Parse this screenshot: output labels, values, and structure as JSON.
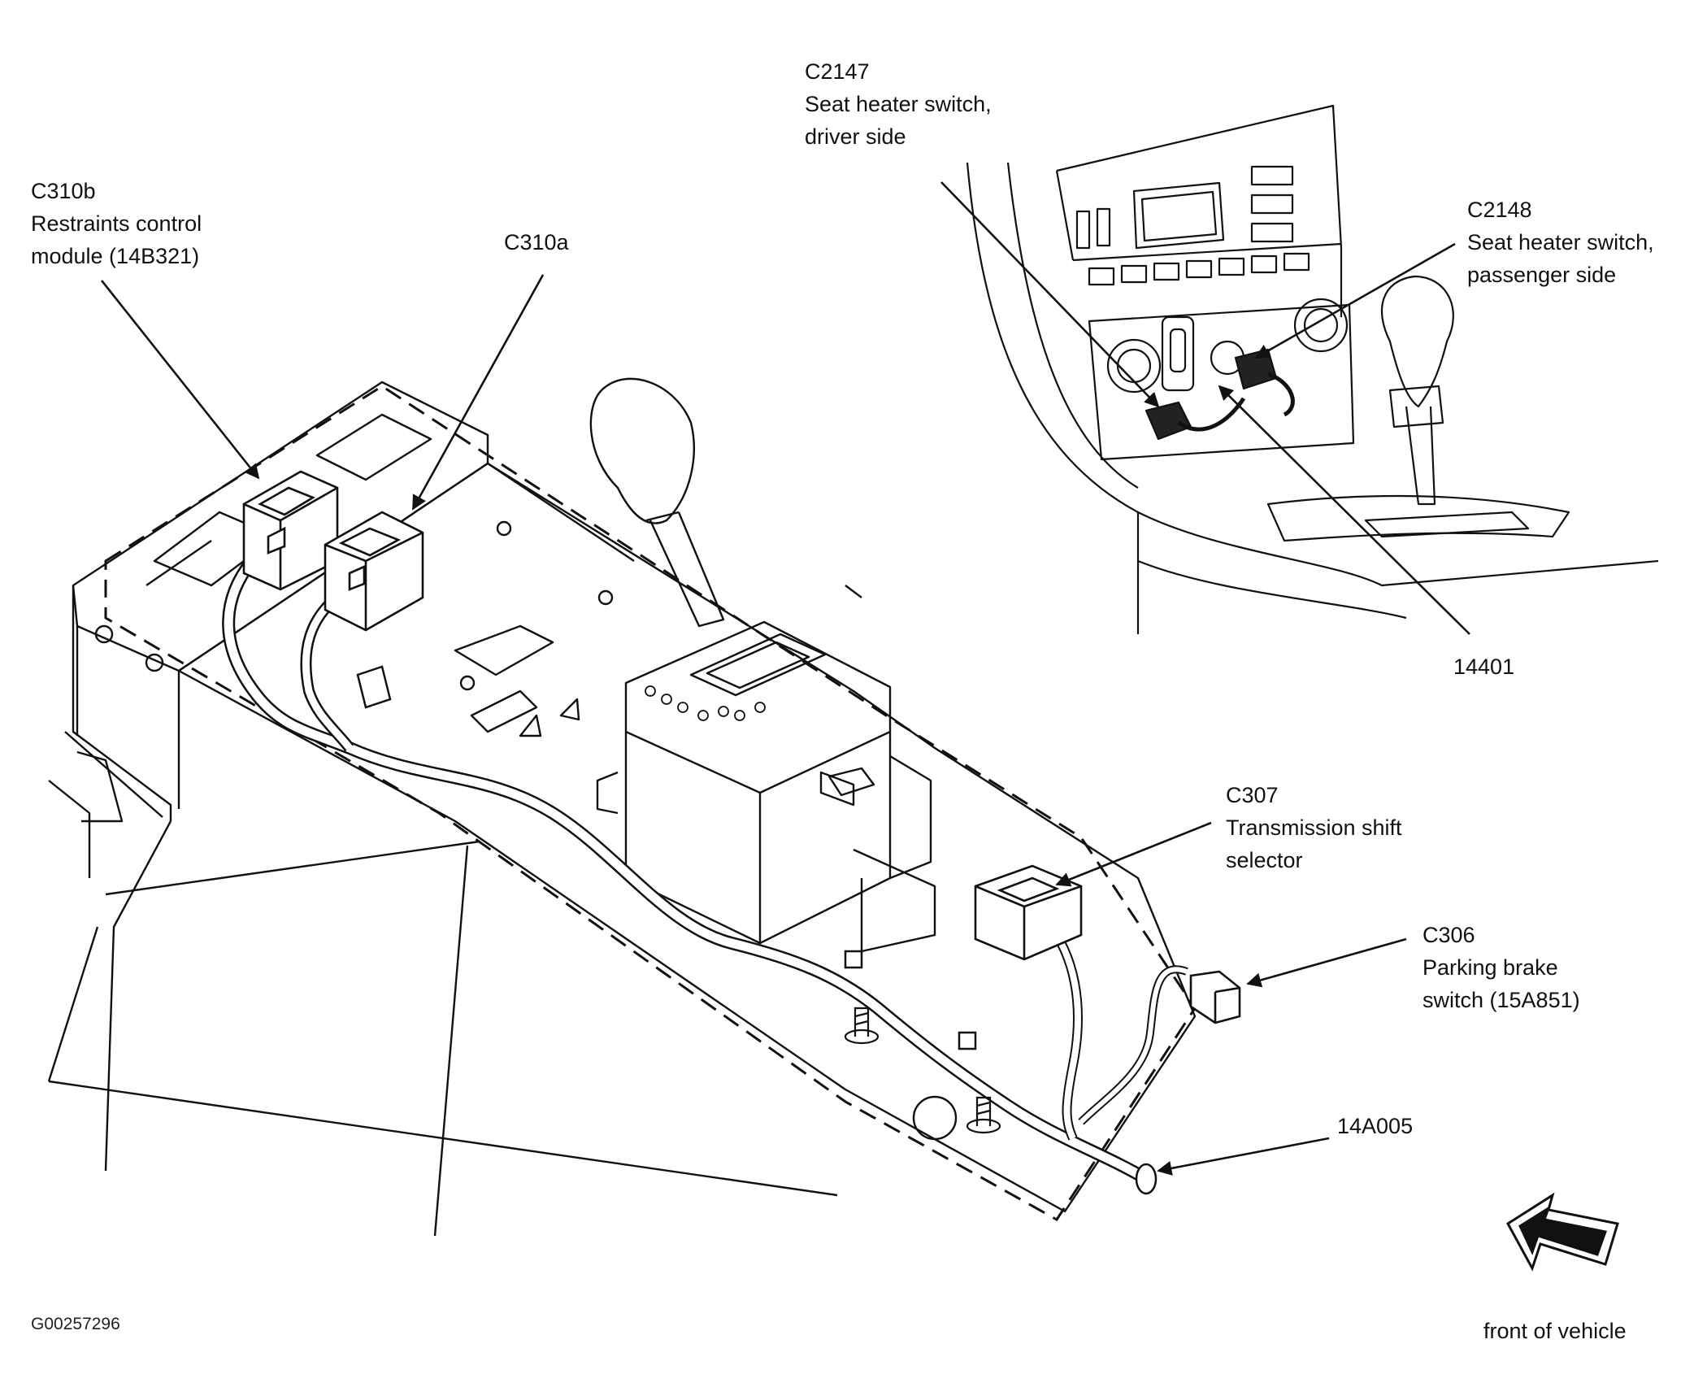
{
  "labels": {
    "c310b": {
      "code": "C310b",
      "line1": "Restraints control",
      "line2": "module (14B321)"
    },
    "c310a": {
      "code": "C310a"
    },
    "c2147": {
      "code": "C2147",
      "line1": "Seat heater switch,",
      "line2": "driver side"
    },
    "c2148": {
      "code": "C2148",
      "line1": "Seat heater switch,",
      "line2": "passenger side"
    },
    "n14401": {
      "code": "14401"
    },
    "c307": {
      "code": "C307",
      "line1": "Transmission shift",
      "line2": "selector"
    },
    "c306": {
      "code": "C306",
      "line1": "Parking brake",
      "line2": "switch (15A851)"
    },
    "n14a005": {
      "code": "14A005"
    }
  },
  "figure_code": "G00257296",
  "front_label": "front of vehicle"
}
